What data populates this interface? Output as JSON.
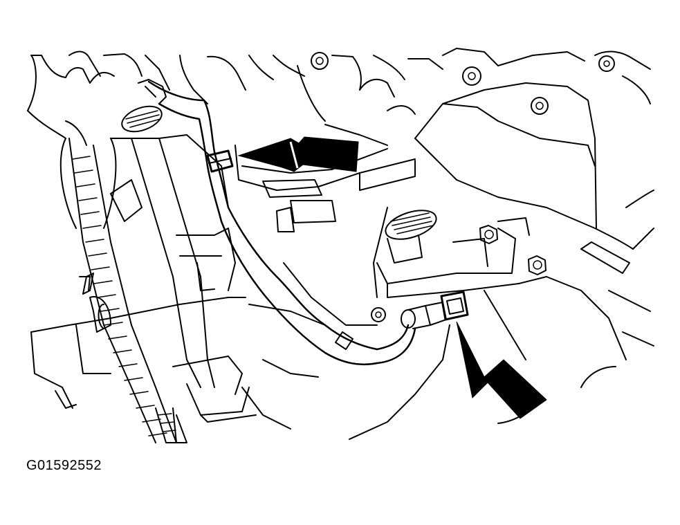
{
  "figure": {
    "code": "G01592552"
  },
  "colors": {
    "line": "#000000",
    "background": "#ffffff"
  },
  "callouts": [
    {
      "id": "arrow-upper",
      "points_to": "wire-harness-clip"
    },
    {
      "id": "arrow-lower",
      "points_to": "sensor-connector"
    }
  ]
}
